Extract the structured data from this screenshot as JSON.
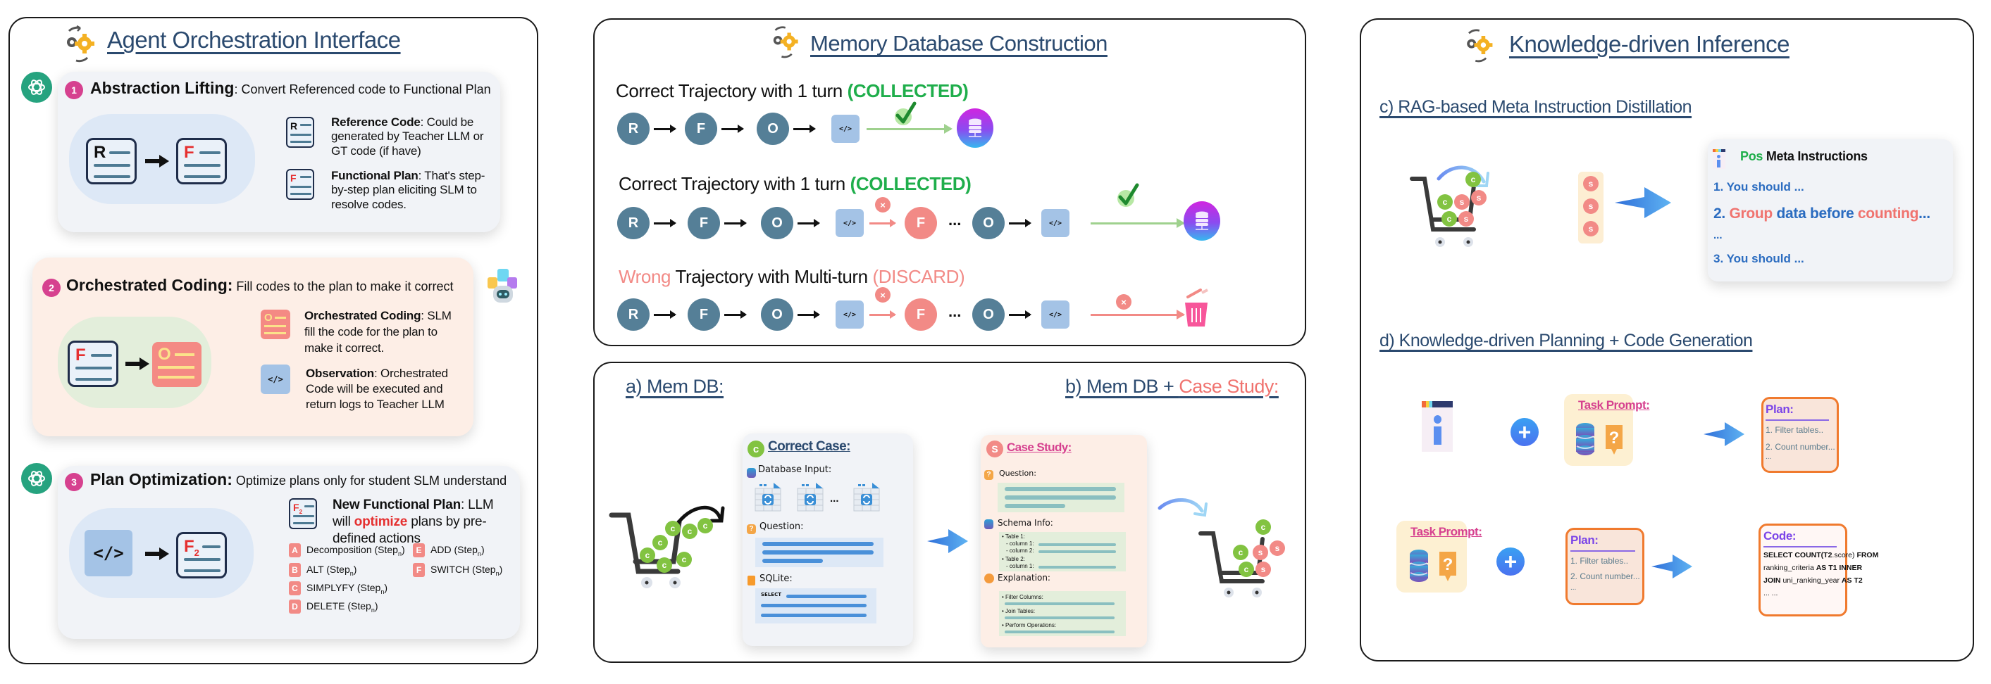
{
  "panel_orchestration": {
    "title": "Agent Orchestration Interface",
    "step1": {
      "number": "1",
      "heading": "Abstraction Lifting",
      "subtitle": ": Convert Referenced code to Functional Plan",
      "doc_from": "R",
      "doc_to": "F",
      "ref_code_label": "Reference Code",
      "ref_code_text": ": Could be generated by Teacher LLM or GT code (if have)",
      "func_plan_label": "Functional Plan",
      "func_plan_text": ": That's step-by-step plan eliciting SLM to resolve codes."
    },
    "step2": {
      "number": "2",
      "heading": "Orchestrated Coding:",
      "subtitle": " Fill codes to the plan to make it correct",
      "doc_from": "F",
      "doc_to": "O",
      "orch_label": "Orchestrated Coding",
      "orch_text": ": SLM fill the code for the plan to make it correct.",
      "obs_label": "Observation",
      "obs_text": ": Orchestrated Code will be executed and return logs to Teacher LLM",
      "code_glyph": "</>"
    },
    "step3": {
      "number": "3",
      "heading": "Plan Optimization:",
      "subtitle": " Optimize plans only for student SLM understand",
      "code_glyph": "</>",
      "doc_to": "F",
      "doc_to_sub": "2",
      "new_plan_label": "New Functional Plan",
      "new_plan_text_1": ": LLM will ",
      "new_plan_highlight": "optimize",
      "new_plan_text_2": " plans by pre-defined actions",
      "actions": [
        {
          "tag": "A",
          "name": "Decomposition (Step",
          "sub": "n",
          "end": ")"
        },
        {
          "tag": "B",
          "name": "ALT (Step",
          "sub": "n",
          "end": ")"
        },
        {
          "tag": "C",
          "name": "SIMPLYFY (Step",
          "sub": "n",
          "end": ")"
        },
        {
          "tag": "D",
          "name": "DELETE (Step",
          "sub": "n",
          "end": ")"
        },
        {
          "tag": "E",
          "name": "ADD (Step",
          "sub": "n",
          "end": ")"
        },
        {
          "tag": "F",
          "name": "SWITCH (Step",
          "sub": "n",
          "end": ")"
        }
      ]
    }
  },
  "panel_memory": {
    "title": "Memory Database Construction",
    "traj1": {
      "prefix": "Correct Trajectory with 1 turn ",
      "status": "(COLLECTED)"
    },
    "traj2": {
      "prefix": "Correct Trajectory with 1 turn ",
      "status": "(COLLECTED)"
    },
    "traj3": {
      "wrong": "Wrong",
      "prefix": " Trajectory with Multi-turn ",
      "status": "(DISCARD)"
    },
    "nodes": {
      "r": "R",
      "f": "F",
      "o": "O",
      "code": "</>",
      "ellipsis": "...",
      "x": "×",
      "check": "✔"
    }
  },
  "panel_memdb": {
    "title_a": "a) Mem DB:",
    "title_b_1": "b) Mem DB + ",
    "title_b_2": "Case Study:",
    "correct_case": {
      "badge": "c",
      "title": "Correct Case:",
      "db_input": "Database Input:",
      "ellipsis": "...",
      "question": "Question:",
      "sqlite": "SQLite:",
      "select": "SELECT"
    },
    "case_study": {
      "badge": "S",
      "title": "Case Study:",
      "question": "Question:",
      "schema": "Schema Info:",
      "schema_lines": [
        "• Table 1:",
        "- column 1:",
        "- column 2:",
        "• Table 2:",
        "- column 1:"
      ],
      "explanation": "Explanation:",
      "explain_lines": [
        "• Filter Columns:",
        "• Join Tables:",
        "• Perform Operations:"
      ]
    },
    "ball_c": "c",
    "ball_s": "s"
  },
  "panel_inference": {
    "title": "Knowledge-driven Inference",
    "section_c": "c) RAG-based Meta Instruction Distillation",
    "meta": {
      "pos": "Pos",
      "title": " Meta Instructions",
      "line1": "1. You should ...",
      "line2_num": "2. ",
      "line2_a": "Group",
      "line2_b": " data before ",
      "line2_c": "counting",
      "line2_d": "...",
      "ellipsis": "...",
      "line3": "3. You should ..."
    },
    "section_d": "d) Knowledge-driven Planning + Code Generation",
    "task_prompt": "Task Prompt:",
    "plus": "+",
    "question_mark": "?",
    "plan": {
      "title": "Plan:",
      "line1": "1. Filter tables..",
      "line2": "2. Count number...",
      "ellipsis": "..."
    },
    "code": {
      "title": "Code:",
      "line1_b1": "SELECT COUNT(T2",
      "line1_n": ".score) ",
      "line1_b2": "FROM",
      "line2_n": "ranking_criteria ",
      "line2_b": "AS T1 INNER",
      "line3_b1": "JOIN ",
      "line3_n": "uni_ranking_year ",
      "line3_b2": "AS T2",
      "line4": "... ..."
    }
  },
  "colors": {
    "title_blue": "#2b4a6f",
    "badge_pink": "#d6418f",
    "collected_green": "#1fae4b",
    "discard_red": "#f28a86",
    "node_blue": "#557f97",
    "accent_orange": "#f07a2e",
    "plan_purple": "#7b45e8"
  }
}
